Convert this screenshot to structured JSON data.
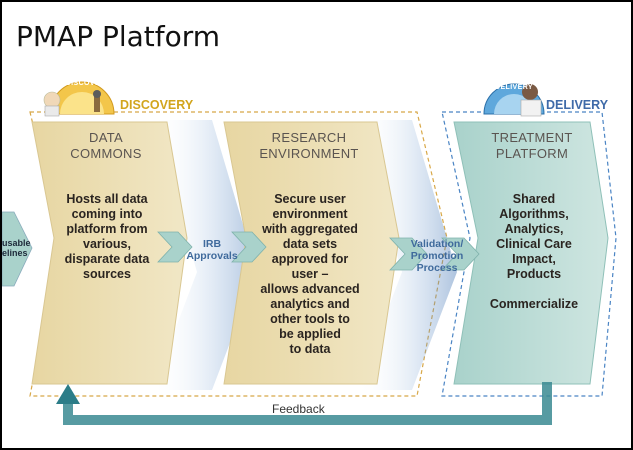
{
  "title": "PMAP Platform",
  "phases": {
    "discovery": {
      "label": "DISCOVERY",
      "badge": "DISCOVERY"
    },
    "delivery": {
      "label": "DELIVERY",
      "badge": "DELIVERY"
    }
  },
  "left_inflow": {
    "line1": "usable",
    "line2": "elines"
  },
  "panels": [
    {
      "title_line1": "DATA",
      "title_line2": "COMMONS",
      "body": [
        "Hosts all data",
        "coming into",
        "platform from",
        "various,",
        "disparate data",
        "sources"
      ]
    },
    {
      "title_line1": "RESEARCH",
      "title_line2": "ENVIRONMENT",
      "body": [
        "Secure user",
        "environment",
        "with aggregated",
        "data sets",
        "approved for",
        "user –",
        "allows advanced",
        "analytics and",
        "other tools to",
        "be applied",
        "to data"
      ]
    },
    {
      "title_line1": "TREATMENT",
      "title_line2": "PLATFORM",
      "body": [
        "Shared",
        "Algorithms,",
        "Analytics,",
        "Clinical Care",
        "Impact,",
        "Products"
      ],
      "extra": "Commercialize"
    }
  ],
  "connectors": [
    {
      "line1": "IRB",
      "line2": "Approvals"
    },
    {
      "line1": "Validation/",
      "line2": "Promotion",
      "line3": "Process"
    }
  ],
  "feedback": "Feedback",
  "colors": {
    "tan_panel": "#ecdfb5",
    "teal_panel": "#bcdcd6",
    "arrow_blue": "#2f7ea0",
    "feedback_arrow": "#3a8a92",
    "discovery_text": "#d2a51c",
    "delivery_text": "#3f6aa8"
  }
}
